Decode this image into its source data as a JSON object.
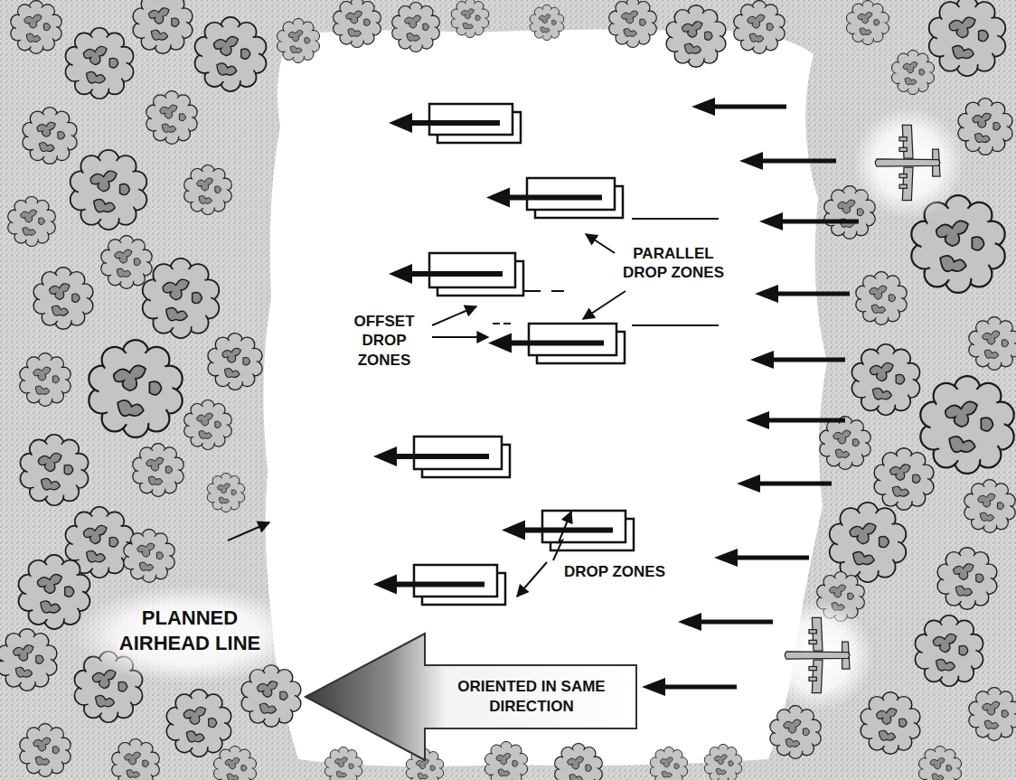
{
  "diagram": {
    "nodes": [
      {
        "text": [
          "ORIENTED IN SAME DIRECTION"
        ]
      }
    ],
    "labels": [
      "PARALLEL DROP ZONES",
      "OFFSET DROP ZONES",
      "DROP ZONES",
      "PLANNED AIRHEAD LINE"
    ]
  }
}
